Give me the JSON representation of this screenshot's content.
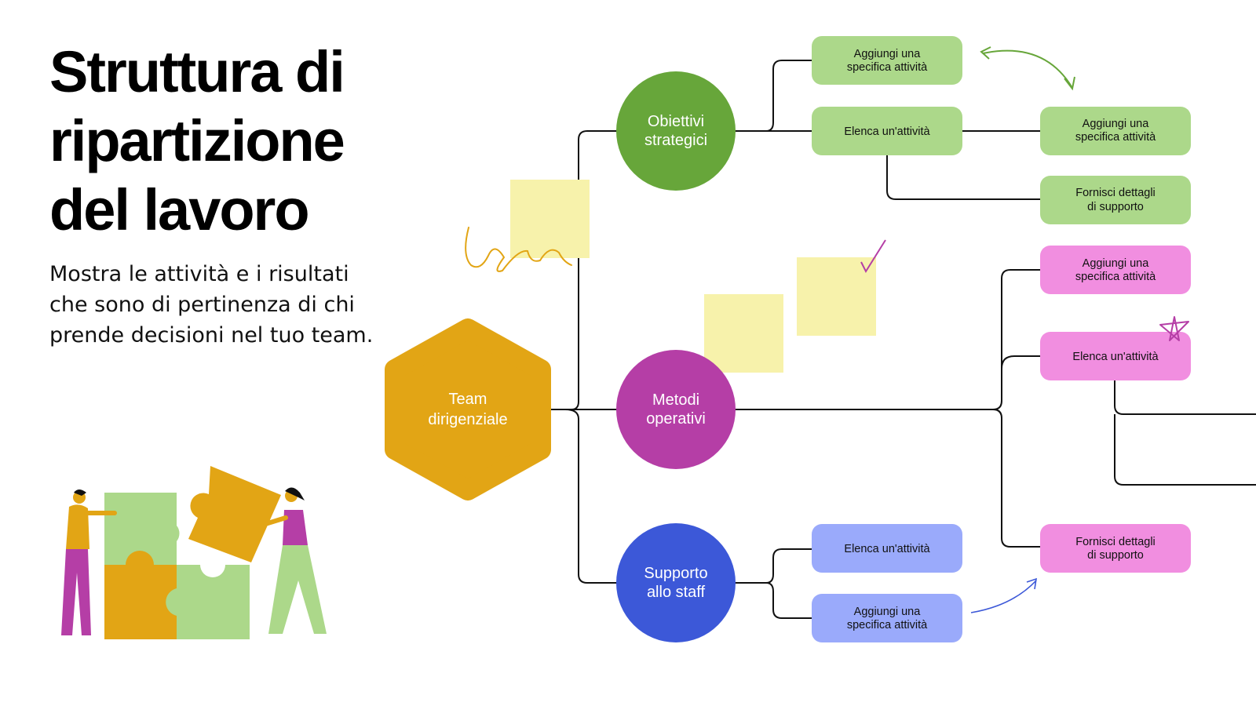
{
  "header": {
    "title_line1": "Struttura di",
    "title_line2": "ripartizione",
    "title_line3": "del lavoro",
    "subtitle_line1": "Mostra le attività e i risultati",
    "subtitle_line2": "che sono di pertinenza di chi",
    "subtitle_line3": "prende decisioni nel tuo team."
  },
  "colors": {
    "root": "#e2a515",
    "green_node": "#67a63a",
    "purple_node": "#b53ea6",
    "blue_node": "#3c58d8",
    "green_box": "#acd88a",
    "pink_box": "#f18ee0",
    "blue_box": "#9aaafb",
    "sticky": "#f7f2ab"
  },
  "root": {
    "line1": "Team",
    "line2": "dirigenziale"
  },
  "branches": {
    "strategic": {
      "line1": "Obiettivi",
      "line2": "strategici"
    },
    "methods": {
      "line1": "Metodi",
      "line2": "operativi"
    },
    "support": {
      "line1": "Supporto",
      "line2": "allo staff"
    }
  },
  "boxes": {
    "g1": {
      "line1": "Aggiungi una",
      "line2": "specifica attività"
    },
    "g2": {
      "line1": "Elenca un'attività"
    },
    "g3": {
      "line1": "Aggiungi una",
      "line2": "specifica attività"
    },
    "g4": {
      "line1": "Fornisci dettagli",
      "line2": "di supporto"
    },
    "p1": {
      "line1": "Aggiungi una",
      "line2": "specifica attività"
    },
    "p2": {
      "line1": "Elenca un'attività"
    },
    "p3": {
      "line1": "Fornisci dettagli",
      "line2": "di supporto"
    },
    "b1": {
      "line1": "Elenca un'attività"
    },
    "b2": {
      "line1": "Aggiungi una",
      "line2": "specifica attività"
    }
  },
  "icons": [
    "puzzle-illustration",
    "checkmark-icon",
    "star-icon",
    "curved-arrow-icon",
    "scribble-icon"
  ]
}
